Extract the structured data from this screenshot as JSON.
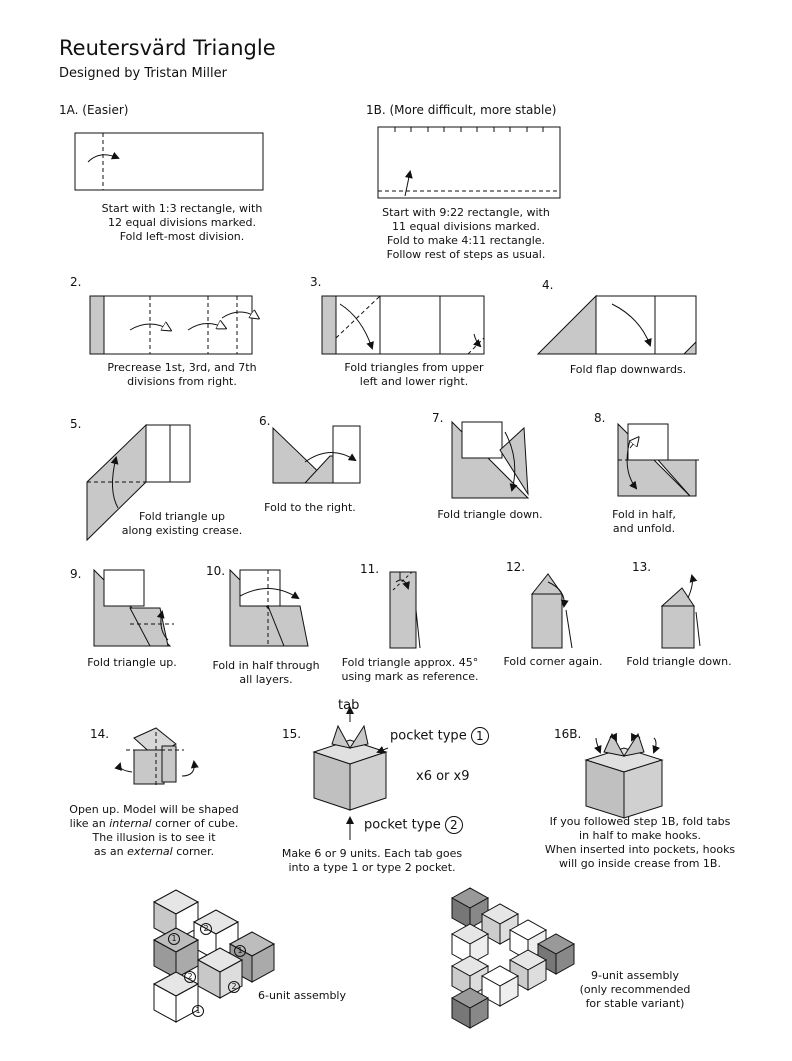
{
  "title": "Reutersvärd Triangle",
  "subtitle": "Designed by Tristan Miller",
  "steps": {
    "s1a": {
      "label": "1A. (Easier)",
      "caption": [
        "Start with 1:3 rectangle, with",
        "12 equal divisions marked.",
        "Fold left-most division."
      ]
    },
    "s1b": {
      "label": "1B. (More difficult, more stable)",
      "caption": [
        "Start with 9:22 rectangle, with",
        "11 equal divisions marked.",
        "Fold to make 4:11 rectangle.",
        "Follow rest of steps as usual."
      ]
    },
    "s2": {
      "label": "2.",
      "caption": [
        "Precrease 1st, 3rd, and 7th",
        "divisions from right."
      ]
    },
    "s3": {
      "label": "3.",
      "caption": [
        "Fold triangles from upper",
        "left and lower right."
      ]
    },
    "s4": {
      "label": "4.",
      "caption": [
        "Fold flap downwards."
      ]
    },
    "s5": {
      "label": "5.",
      "caption": [
        "Fold triangle up",
        "along existing crease."
      ]
    },
    "s6": {
      "label": "6.",
      "caption": [
        "Fold to the right."
      ]
    },
    "s7": {
      "label": "7.",
      "caption": [
        "Fold triangle down."
      ]
    },
    "s8": {
      "label": "8.",
      "caption": [
        "Fold in half,",
        "and unfold."
      ]
    },
    "s9": {
      "label": "9.",
      "caption": [
        "Fold triangle up."
      ]
    },
    "s10": {
      "label": "10.",
      "caption": [
        "Fold in half through",
        "all layers."
      ]
    },
    "s11": {
      "label": "11.",
      "caption": [
        "Fold triangle approx. 45°",
        "using mark as reference."
      ]
    },
    "s12": {
      "label": "12.",
      "caption": [
        "Fold corner again."
      ]
    },
    "s13": {
      "label": "13.",
      "caption": [
        "Fold triangle down."
      ]
    },
    "s14": {
      "label": "14.",
      "caption_parts": [
        "Open up.  Model will be shaped",
        "like an ",
        "internal",
        " corner of cube.",
        "The illusion is to see it",
        "as an ",
        "external",
        " corner."
      ]
    },
    "s15": {
      "label": "15.",
      "tab": "tab",
      "pocket1": "pocket type",
      "pocket1_num": "1",
      "pocket2": "pocket type",
      "pocket2_num": "2",
      "multiplier": "x6 or x9",
      "caption": [
        "Make 6 or 9 units.  Each tab goes",
        "into a type 1 or type 2 pocket."
      ]
    },
    "s16b": {
      "label": "16B.",
      "caption": [
        "If you followed step 1B, fold tabs",
        "in half to make hooks.",
        "When inserted into pockets, hooks",
        "will go inside crease from 1B."
      ]
    }
  },
  "assembly6": {
    "caption": "6-unit assembly",
    "markers": [
      "1",
      "2",
      "1",
      "2",
      "2",
      "1"
    ]
  },
  "assembly9": {
    "caption": [
      "9-unit assembly",
      "(only recommended",
      "for stable variant)"
    ]
  }
}
